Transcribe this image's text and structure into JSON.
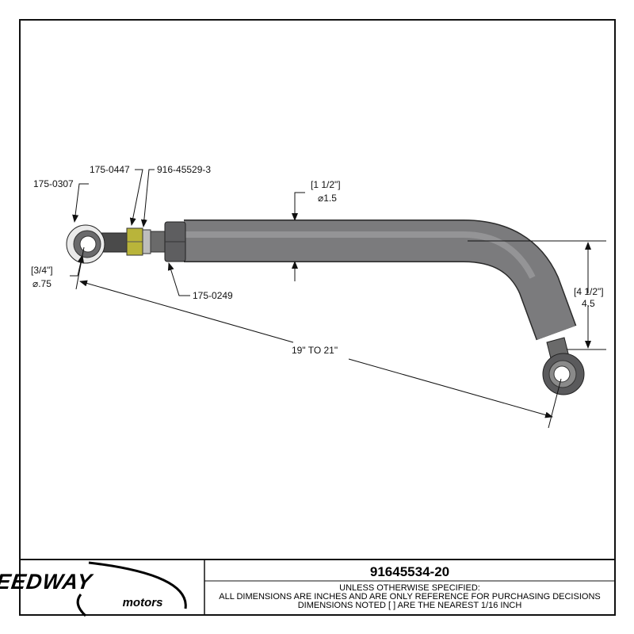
{
  "drawing": {
    "callouts": {
      "rod_end": "175-0307",
      "jam_nut": "175-0447",
      "nut": "916-45529-3",
      "tube_adapter": "175-0249"
    },
    "dimensions": {
      "eye_fraction": "[3/4\"]",
      "eye_decimal": "⌀.75",
      "tube_fraction": "[1 1/2\"]",
      "tube_decimal": "⌀1.5",
      "drop_fraction": "[4 1/2\"]",
      "drop_decimal": "4.5",
      "length": "19\" TO 21\""
    },
    "colors": {
      "tube": "#7b7b7d",
      "jam_nut": "#b9b43a",
      "outline": "#111111"
    }
  },
  "title_block": {
    "logo_main": "SPEEDWAY",
    "logo_sub": "motors",
    "part_number": "91645534-20",
    "note_1": "UNLESS OTHERWISE SPECIFIED:",
    "note_2": "ALL DIMENSIONS ARE INCHES AND ARE ONLY REFERENCE FOR PURCHASING DECISIONS",
    "note_3": "DIMENSIONS NOTED [ ] ARE THE NEAREST 1/16 INCH"
  }
}
